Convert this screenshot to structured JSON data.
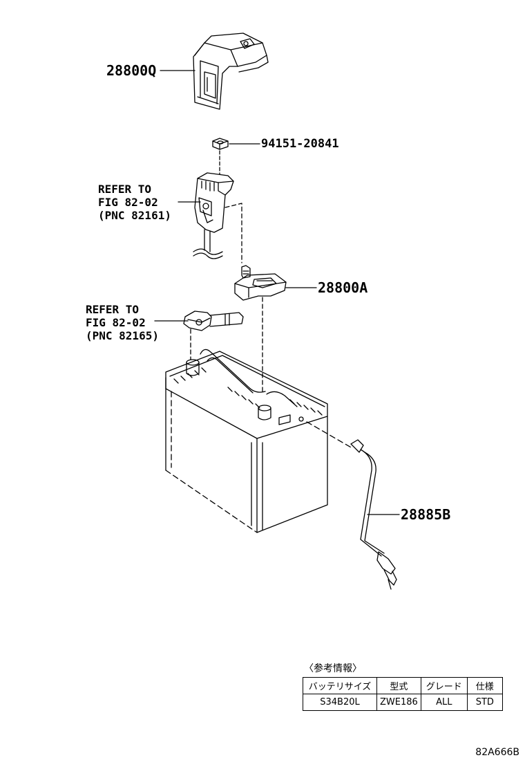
{
  "parts": {
    "p1": "28800Q",
    "p2": "94151-20841",
    "p3": "28800A",
    "p4": "28885B"
  },
  "refer1": {
    "line1": "REFER TO",
    "line2": "FIG 82-02",
    "line3": "(PNC 82161)"
  },
  "refer2": {
    "line1": "REFER TO",
    "line2": "FIG 82-02",
    "line3": "(PNC 82165)"
  },
  "info_table": {
    "title": "〈参考情報〉",
    "headers": [
      "バッテリサイズ",
      "型式",
      "グレード",
      "仕様"
    ],
    "row": [
      "S34B20L",
      "ZWE186",
      "ALL",
      "STD"
    ]
  },
  "diagram_code": "82A666B"
}
